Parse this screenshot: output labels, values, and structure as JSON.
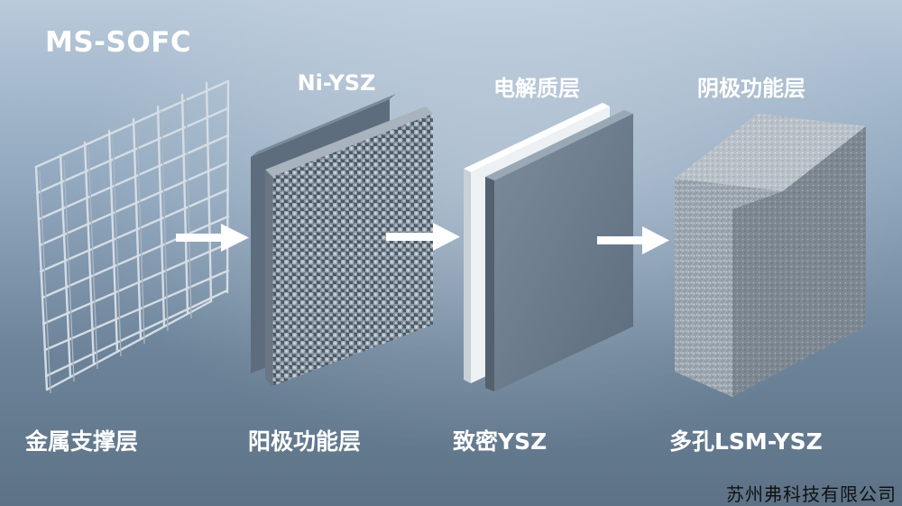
{
  "diagram": {
    "title": "MS-SOFC",
    "top_labels": [
      "Ni-YSZ",
      "电解质层",
      "阴极功能层"
    ],
    "bottom_labels": [
      "金属支撑层",
      "阳极功能层",
      "致密YSZ",
      "多孔LSM-YSZ"
    ],
    "footer": "苏州弗科技有限公司",
    "colors": {
      "background": "#8fa6bd",
      "text": "#ffffff",
      "arrow": "#ffffff",
      "mesh": "#d5dde5",
      "anode_back": "#5a6a7b",
      "anode_grain": "#8a96a3",
      "electrolyte_dense": "#6e7f90",
      "electrolyte_white": "#f2f4f6",
      "cathode": "#9aa4ae"
    }
  }
}
